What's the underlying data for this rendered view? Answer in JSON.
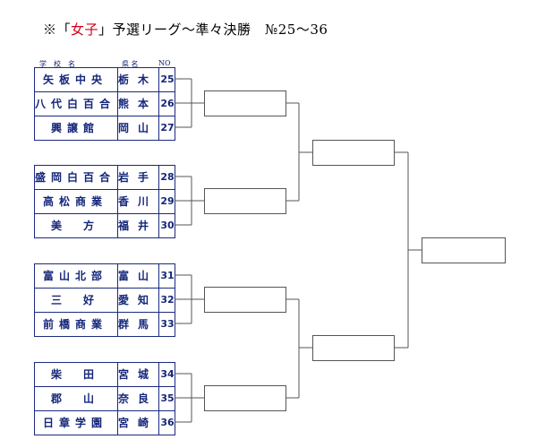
{
  "title": {
    "prefix": "※「",
    "highlight": "女子",
    "suffix": "」予選リーグ〜準々決勝　№25〜36"
  },
  "header": {
    "school": "学　校　名",
    "pref": "県 名",
    "no": "NO"
  },
  "groups": [
    [
      {
        "school": "矢板中央",
        "pref": "栃木",
        "no": "25"
      },
      {
        "school": "八代白百合",
        "pref": "熊本",
        "no": "26"
      },
      {
        "school": "興譲館",
        "pref": "岡山",
        "no": "27"
      }
    ],
    [
      {
        "school": "盛岡白百合",
        "pref": "岩手",
        "no": "28"
      },
      {
        "school": "高松商業",
        "pref": "香川",
        "no": "29"
      },
      {
        "school": "美　方",
        "pref": "福井",
        "no": "30"
      }
    ],
    [
      {
        "school": "富山北部",
        "pref": "富山",
        "no": "31"
      },
      {
        "school": "三　好",
        "pref": "愛知",
        "no": "32"
      },
      {
        "school": "前橋商業",
        "pref": "群馬",
        "no": "33"
      }
    ],
    [
      {
        "school": "柴　田",
        "pref": "宮城",
        "no": "34"
      },
      {
        "school": "郡　山",
        "pref": "奈良",
        "no": "35"
      },
      {
        "school": "日章学園",
        "pref": "宮崎",
        "no": "36"
      }
    ]
  ]
}
